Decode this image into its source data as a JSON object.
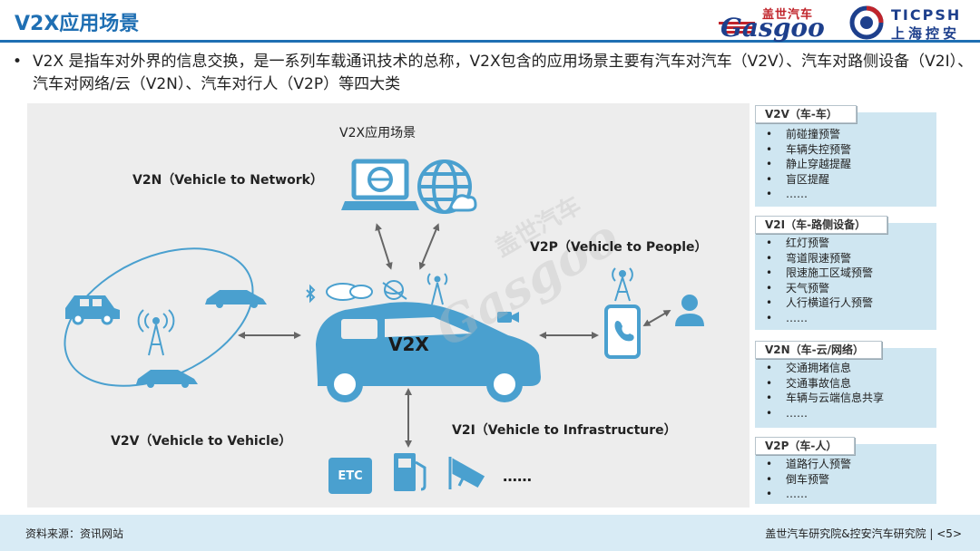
{
  "header": {
    "title": "V2X应用场景",
    "logo_gasgoo_cn": "盖世汽车",
    "logo_gasgoo_en": "Gasgoo",
    "logo_ticpsh_en": "TICPSH",
    "logo_ticpsh_cn": "上海控安"
  },
  "intro": {
    "bullet": "•",
    "text": "V2X 是指车对外界的信息交换，是一系列车载通讯技术的总称，V2X包含的应用场景主要有汽车对汽车（V2V）、汽车对路侧设备（V2I）、汽车对网络/云（V2N）、汽车对行人（V2P）等四大类"
  },
  "diagram": {
    "center_title": "V2X应用场景",
    "hub_label": "V2X",
    "v2n_label": "V2N（Vehicle to Network）",
    "v2p_label": "V2P（Vehicle to People）",
    "v2v_label": "V2V（Vehicle to Vehicle）",
    "v2i_label": "V2I（Vehicle to Infrastructure）",
    "etc_label": "ETC",
    "more_label": "……",
    "watermark_en": "Gasgoo",
    "watermark_cn": "盖世汽车"
  },
  "cards": [
    {
      "title": "V2V（车-车）",
      "items": [
        "前碰撞预警",
        "车辆失控预警",
        "静止穿越提醒",
        "盲区提醒",
        "……"
      ]
    },
    {
      "title": "V2I（车-路侧设备）",
      "items": [
        "红灯预警",
        "弯道限速预警",
        "限速施工区域预警",
        "天气预警",
        "人行横道行人预警",
        "……"
      ]
    },
    {
      "title": "V2N（车-云/网络）",
      "items": [
        "交通拥堵信息",
        "交通事故信息",
        "车辆与云端信息共享",
        "……"
      ]
    },
    {
      "title": "V2P（车-人）",
      "items": [
        "道路行人预警",
        "倒车预警",
        "……"
      ]
    }
  ],
  "footer": {
    "source": "资料来源：资讯网站",
    "org": "盖世汽车研究院&控安汽车研究院 | <5>"
  },
  "colors": {
    "accent_blue": "#1f6fb3",
    "icon_blue": "#4aa0cf",
    "card_bg": "#cfe6f1",
    "panel_bg": "#ededed"
  }
}
